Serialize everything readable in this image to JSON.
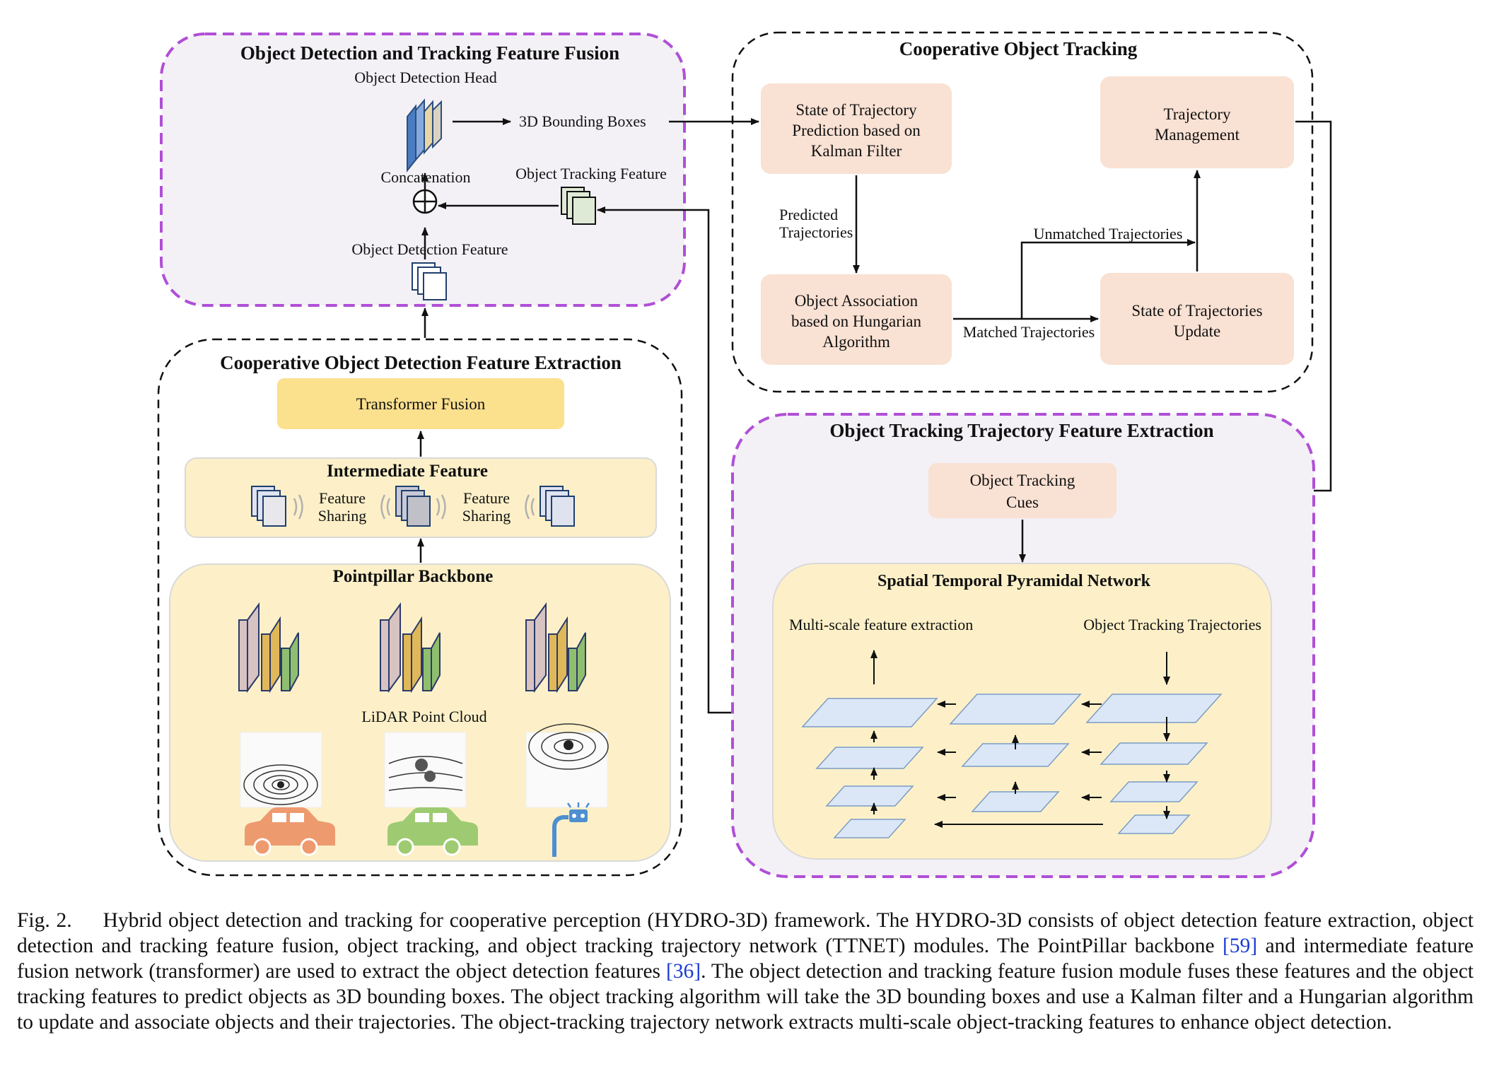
{
  "fusion_panel": {
    "title": "Object Detection and Tracking Feature Fusion",
    "detection_head": "Object Detection Head",
    "bbox_output": "3D Bounding Boxes",
    "concatenation": "Concatenation",
    "tracking_feature": "Object Tracking Feature",
    "detection_feature": "Object Detection Feature"
  },
  "tracking_panel": {
    "title": "Cooperative Object Tracking",
    "prediction_box": [
      "State of Trajectory",
      "Prediction based on",
      "Kalman Filter"
    ],
    "management_box": [
      "Trajectory",
      "Management"
    ],
    "association_box": [
      "Object Association",
      "based on Hungarian",
      "Algorithm"
    ],
    "update_box": [
      "State of Trajectories",
      "Update"
    ],
    "predicted_label": [
      "Predicted",
      "Trajectories"
    ],
    "unmatched_label": "Unmatched Trajectories",
    "matched_label": "Matched Trajectories"
  },
  "extraction_panel": {
    "title": "Cooperative Object Detection Feature Extraction",
    "transformer": "Transformer Fusion",
    "intermediate_title": "Intermediate Feature",
    "sharing_left": [
      "Feature",
      "Sharing"
    ],
    "sharing_right": [
      "Feature",
      "Sharing"
    ],
    "backbone_title": "Pointpillar Backbone",
    "point_cloud": "LiDAR Point Cloud"
  },
  "trajectory_panel": {
    "title": "Object Tracking Trajectory Feature Extraction",
    "cues_box": [
      "Object Tracking",
      "Cues"
    ],
    "network_title": "Spatial Temporal Pyramidal Network",
    "multiscale": "Multi-scale feature extraction",
    "trajectories": "Object Tracking Trajectories"
  },
  "caption": {
    "fig": "Fig. 2.",
    "part1": "Hybrid object detection and tracking for cooperative perception (HYDRO-3D) framework. The HYDRO-3D consists of object detection feature extraction, object detection and tracking feature fusion, object tracking, and object tracking trajectory network (TTNET) modules. The PointPillar backbone",
    "ref1": "[59]",
    "part2": "and intermediate feature fusion network (transformer) are used to extract the object detection features",
    "ref2": "[36]",
    "part3": ". The object detection and tracking feature fusion module fuses these features and the object tracking features to predict objects as 3D bounding boxes. The object tracking algorithm will take the 3D bounding boxes and use a Kalman filter and a Hungarian algorithm to update and associate objects and their trajectories. The object-tracking trajectory network extracts multi-scale object-tracking features to enhance object detection."
  },
  "colors": {
    "purple_dash": "#b04fd6",
    "panel_tint": "#f3f1f6",
    "peach": "#f9e1d3",
    "yellow_light": "#fdf0c8",
    "transformer": "#fbe08e",
    "pyramid_plane": "#dbe7f6",
    "car_orange": "#ee9a6f",
    "car_green": "#9ecb72",
    "signal_blue": "#4e8fd0"
  }
}
